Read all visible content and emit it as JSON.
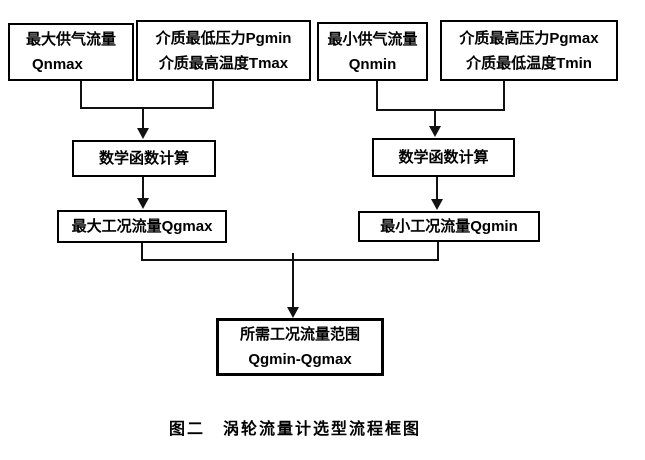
{
  "diagram": {
    "title": "涡轮流量计选型流程框图",
    "caption": "图二　涡轮流量计选型流程框图",
    "colors": {
      "line": "#111111",
      "border": "#000000",
      "background": "#ffffff",
      "text": "#000000"
    },
    "nodes": {
      "qnmax": {
        "line1": "最大供气流量",
        "line2": "Qnmax"
      },
      "pgmin_tmax": {
        "line1": "介质最低压力Pgmin",
        "line2": "介质最高温度Tmax"
      },
      "qnmin": {
        "line1": "最小供气流量",
        "line2": "Qnmin"
      },
      "pgmax_tmin": {
        "line1": "介质最高压力Pgmax",
        "line2": "介质最低温度Tmin"
      },
      "calc_left": {
        "label": "数学函数计算"
      },
      "calc_right": {
        "label": "数学函数计算"
      },
      "qgmax": {
        "label": "最大工况流量Qgmax"
      },
      "qgmin": {
        "label": "最小工况流量Qgmin"
      },
      "result": {
        "line1": "所需工况流量范围",
        "line2": "Qgmin-Qgmax"
      }
    }
  }
}
